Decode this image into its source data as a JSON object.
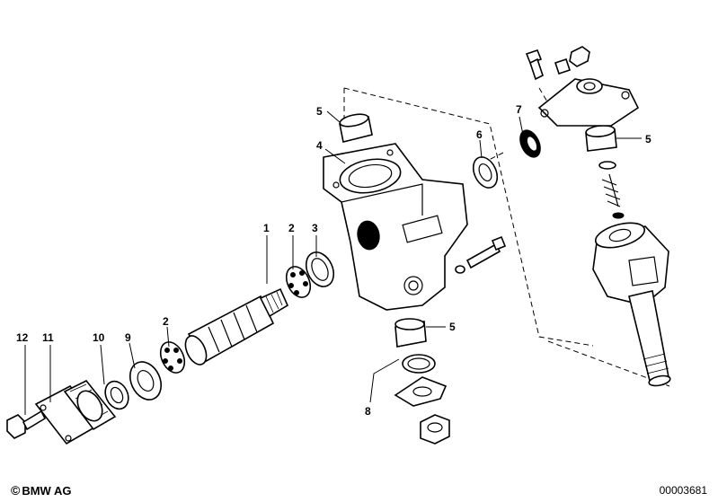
{
  "labels": {
    "l1": "1",
    "l2a": "2",
    "l2b": "2",
    "l3": "3",
    "l4": "4",
    "l5a": "5",
    "l5b": "5",
    "l5c": "5",
    "l6": "6",
    "l7": "7",
    "l8": "8",
    "l9": "9",
    "l10": "10",
    "l11": "11",
    "l12": "12"
  },
  "footer": {
    "copyright_symbol": "©",
    "brand": "BMW AG",
    "diagram_id": "00003681"
  }
}
